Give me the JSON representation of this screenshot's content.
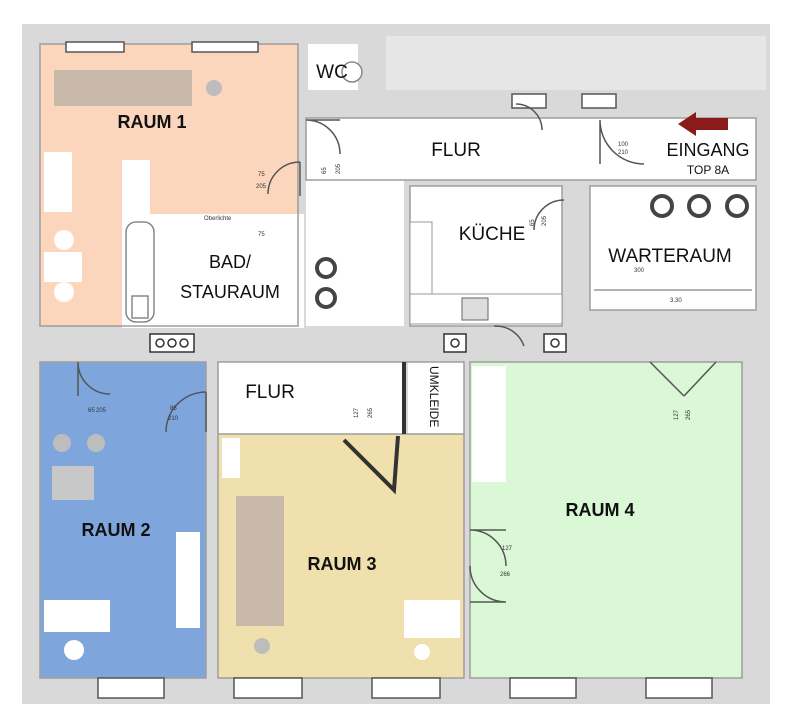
{
  "rooms": {
    "raum1": "RAUM 1",
    "raum2": "RAUM 2",
    "raum3": "RAUM 3",
    "raum4": "RAUM 4",
    "flur_top": "FLUR",
    "flur_mid": "FLUR",
    "kueche": "KÜCHE",
    "warteraum": "WARTERAUM",
    "bad_line1": "BAD/",
    "bad_line2": "STAURAUM",
    "wc": "WC",
    "umkleide": "UMKLEIDE"
  },
  "entrance": {
    "label": "EINGANG",
    "sub": "TOP 8A"
  },
  "dimensions": {
    "d_flur_door_w": "100",
    "d_flur_door_h": "210",
    "d_raum1_door_w": "75",
    "d_raum1_door_h": "205",
    "d_wc_w": "65",
    "d_wc_h": "205",
    "d_kueche_w": "65",
    "d_kueche_h": "205",
    "d_bad_w": "75",
    "d_bad_label": "Oberlichte",
    "d_warte_a": "300",
    "d_warte_len": "3.30",
    "d_raum2_w": "65",
    "d_raum2_h": "205",
    "d_flur2_w": "85",
    "d_flur2_h": "210",
    "d_raum3_w": "127",
    "d_raum3_h": "265",
    "d_raum4_top_w": "127",
    "d_raum4_top_h": "265",
    "d_raum4_side_w": "127",
    "d_raum4_side_h": "266"
  },
  "colors": {
    "raum1": "#fbd6bc",
    "raum2": "#7ea6dd",
    "raum3": "#efe0ad",
    "raum4": "#dbf8d6",
    "wall": "#d9d9d9",
    "arrow": "#8b1a1a"
  }
}
